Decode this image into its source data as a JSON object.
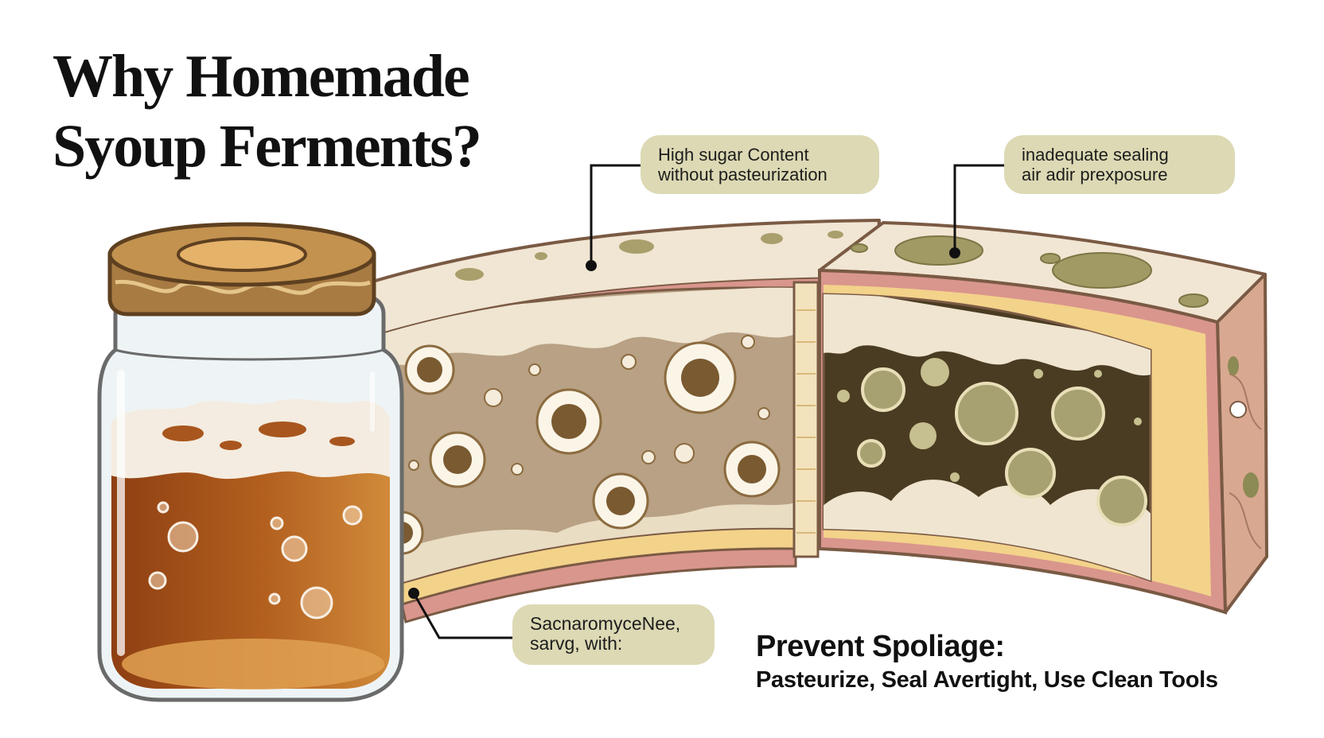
{
  "title": {
    "line1": "Why Homemade",
    "line2": "Syoup Ferments?"
  },
  "callouts": {
    "sugar": {
      "line1": "High sugar Content",
      "line2": "without pasteurization"
    },
    "sealing": {
      "line1": "inadequate sealing",
      "line2": "air adir prexposure"
    },
    "yeast": {
      "line1": "SacnaromyceNee,",
      "line2": "sarvg, with:"
    }
  },
  "prevention": {
    "heading": "Prevent Spoliage:",
    "tips": "Pasteurize, Seal Avertight, Use Clean Tools"
  },
  "colors": {
    "syrup": "#a8561e",
    "jar_lid": "#a87b43",
    "mold": "#8c8a55",
    "callout_bg": "#dcd9b4",
    "crust": "#f1e6d3"
  }
}
